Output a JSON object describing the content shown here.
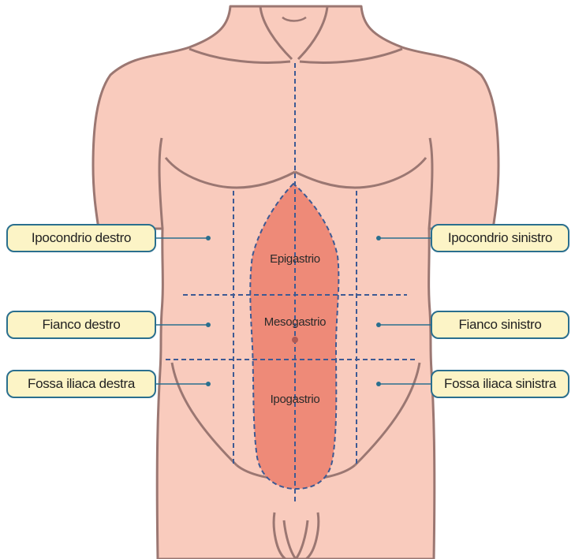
{
  "labels": {
    "ipocondrio_destro": "Ipocondrio destro",
    "ipocondrio_sinistro": "Ipocondrio sinistro",
    "fianco_destro": "Fianco destro",
    "fianco_sinistro": "Fianco sinistro",
    "fossa_iliaca_destra": "Fossa iliaca destra",
    "fossa_iliaca_sinistra": "Fossa iliaca sinistra"
  },
  "central_regions": {
    "epigastrio": "Epigastrio",
    "mesogastrio": "Mesogastrio",
    "ipogastrio": "Ipogastrio"
  },
  "colors": {
    "skin": "#f9cbbd",
    "outline": "#9b7772",
    "central_zone": "#ee8a78",
    "dash": "#3d5a94",
    "label_fill": "#fcf4c6",
    "label_border": "#2a6f8e"
  }
}
